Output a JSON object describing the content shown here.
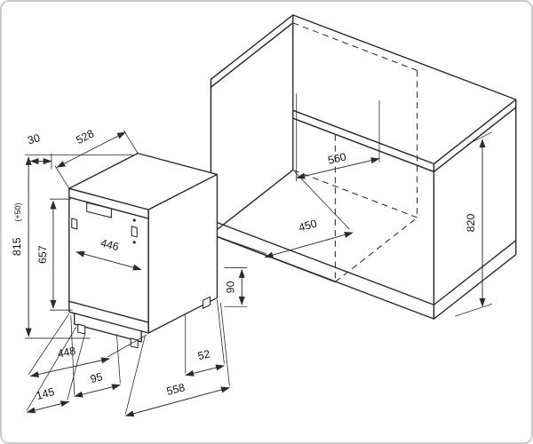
{
  "canvas": {
    "background": "#ffffff",
    "border_color": "#cbcbcb",
    "line_color": "#2b2b2b",
    "text_color": "#141414"
  },
  "dimensions": {
    "dishwasher": {
      "top_clearance": "30",
      "depth": "528",
      "height": "815",
      "height_adjustment": "(+50)",
      "door_height": "657",
      "door_width": "446",
      "width": "448",
      "base_front_inset": "145",
      "base_side_inset": "95",
      "depth_with_door": "558",
      "base_back_inset": "52",
      "plinth_height": "90"
    },
    "niche": {
      "depth": "560",
      "width": "450",
      "height": "820"
    }
  }
}
